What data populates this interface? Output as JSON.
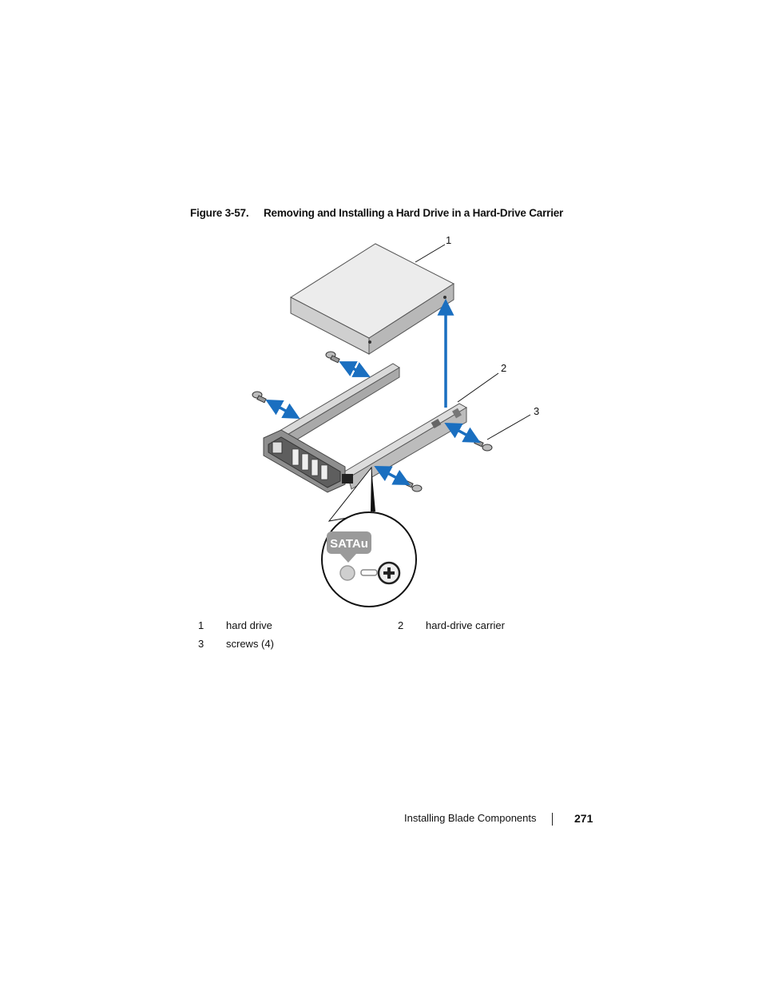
{
  "figure": {
    "number_label": "Figure 3-57.",
    "title": "Removing and Installing a Hard Drive in a Hard-Drive Carrier",
    "callouts": [
      "1",
      "2",
      "3"
    ],
    "badge_text": "SATAu"
  },
  "legend": [
    {
      "num": "1",
      "label": "hard drive"
    },
    {
      "num": "2",
      "label": "hard-drive carrier"
    },
    {
      "num": "3",
      "label": "screws (4)"
    }
  ],
  "footer": {
    "section_title": "Installing Blade Components",
    "page_number": "271"
  },
  "colors": {
    "arrow_blue": "#1a6fc0",
    "badge_gray": "#9a9a9a"
  }
}
